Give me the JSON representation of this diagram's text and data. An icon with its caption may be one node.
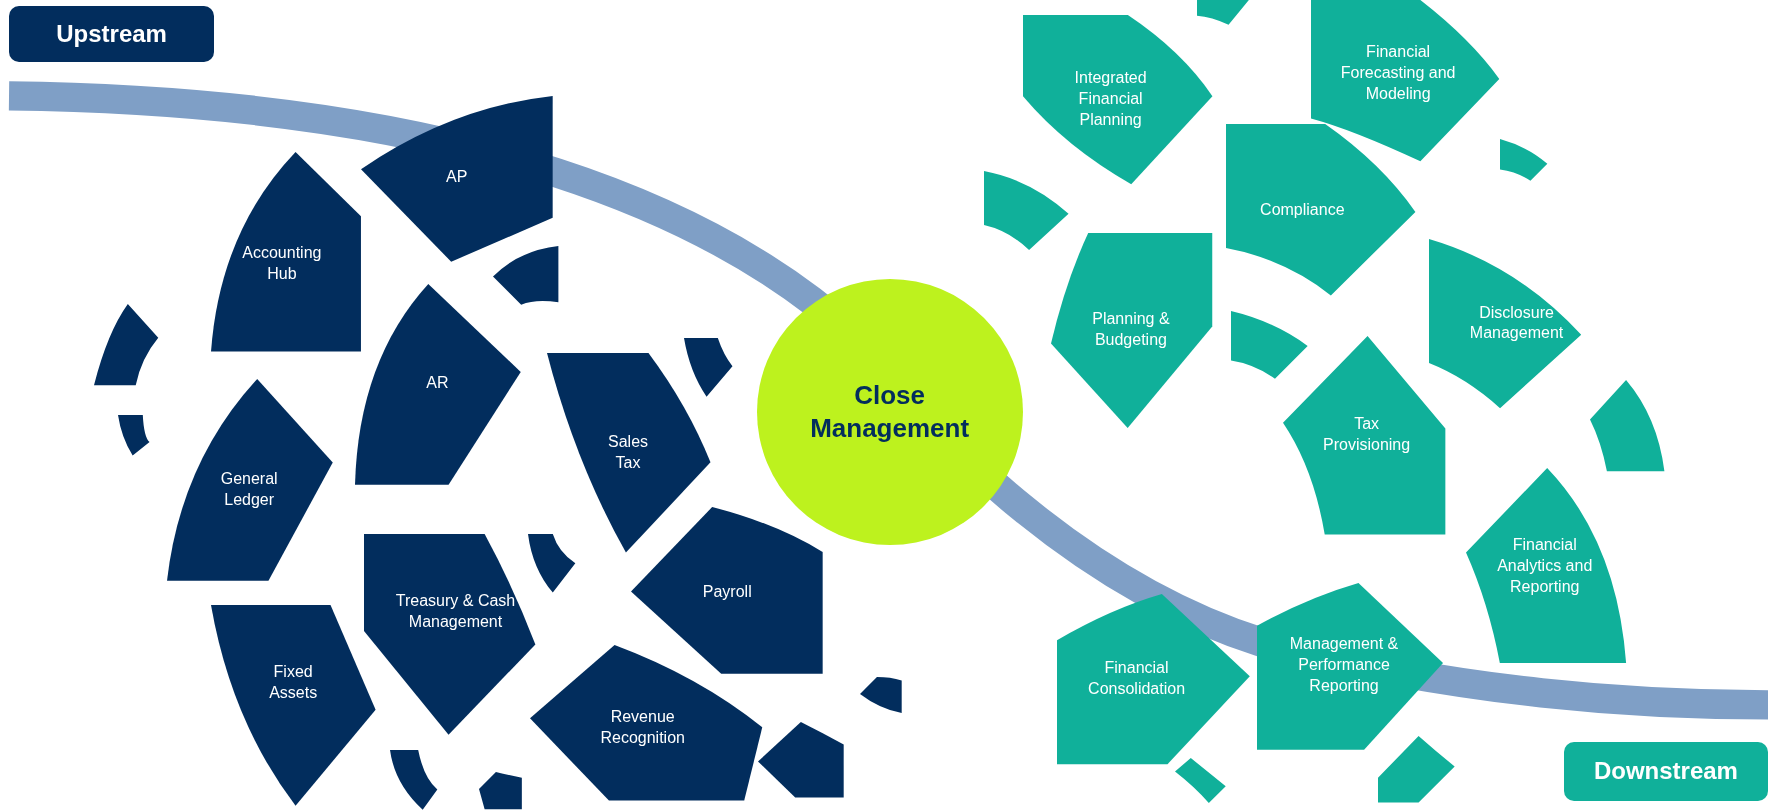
{
  "diagram": {
    "nodes": [
      {
        "text": [
          "Upstream"
        ]
      },
      {
        "text": [
          "AP"
        ]
      },
      {
        "text": [
          "Accounting Hub"
        ]
      },
      {
        "text": [
          "AR"
        ]
      },
      {
        "text": [
          "General Ledger"
        ]
      },
      {
        "text": [
          "Sales Tax"
        ]
      },
      {
        "text": [
          "Treasury & Cash Management"
        ]
      },
      {
        "text": [
          "Payroll"
        ]
      },
      {
        "text": [
          "Fixed Assets"
        ]
      },
      {
        "text": [
          "Revenue Recognition"
        ]
      },
      {
        "text": [
          "Close Management"
        ]
      },
      {
        "text": [
          "Integrated Financial Planning"
        ]
      },
      {
        "text": [
          "Financial Forecasting and Modeling"
        ]
      },
      {
        "text": [
          "Compliance"
        ]
      },
      {
        "text": [
          "Planning & Budgeting"
        ]
      },
      {
        "text": [
          "Disclosure Management"
        ]
      },
      {
        "text": [
          "Tax Provisioning"
        ]
      },
      {
        "text": [
          "Financial Analytics and Reporting"
        ]
      },
      {
        "text": [
          "Financial Consolidation"
        ]
      },
      {
        "text": [
          "Management & Performance Reporting"
        ]
      },
      {
        "text": [
          "Downstream"
        ]
      },
      {
        "text": [],
        "shape": "arc"
      },
      {
        "text": [],
        "shape": "arc"
      },
      {
        "text": [],
        "shape": "arc"
      },
      {
        "text": [],
        "shape": "arc"
      },
      {
        "text": [],
        "shape": "arc"
      },
      {
        "text": [],
        "shape": "arc"
      },
      {
        "text": [],
        "shape": "arc"
      },
      {
        "text": [],
        "shape": "arc"
      },
      {
        "text": [],
        "shape": "arc"
      },
      {
        "text": [],
        "shape": "arc"
      },
      {
        "text": [],
        "shape": "arc"
      },
      {
        "text": [],
        "shape": "arc"
      },
      {
        "text": [],
        "shape": "arc"
      },
      {
        "text": [],
        "shape": "arc"
      },
      {
        "text": [],
        "shape": "arc"
      },
      {
        "text": [],
        "shape": "arc"
      }
    ]
  }
}
